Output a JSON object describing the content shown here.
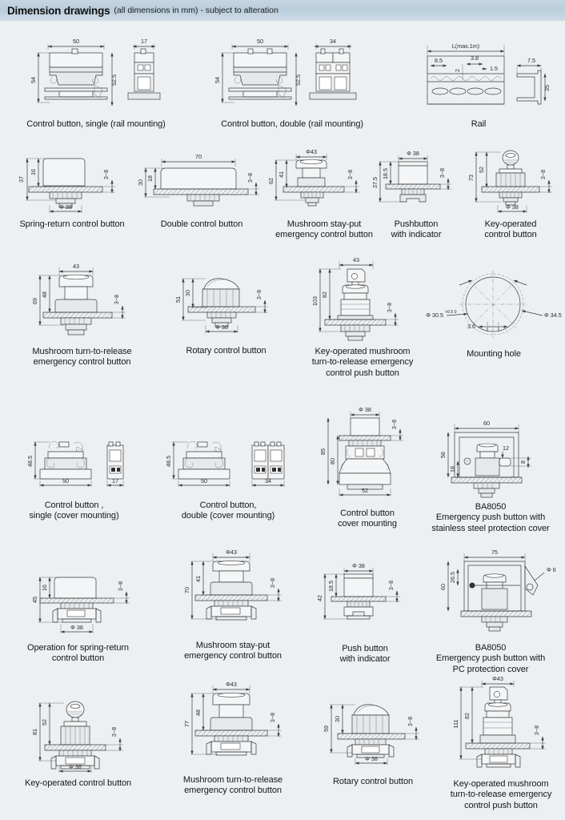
{
  "header": {
    "title": "Dimension drawings",
    "subtitle": "(all dimensions in mm) - subject to alteration"
  },
  "figures": [
    {
      "id": "control-button-single-rail",
      "caption": "Control button, single (rail mounting)",
      "dims": [
        "50",
        "17",
        "54",
        "52.5"
      ]
    },
    {
      "id": "control-button-double-rail",
      "caption": "Control button, double (rail mounting)",
      "dims": [
        "50",
        "34",
        "54",
        "52.5"
      ]
    },
    {
      "id": "rail",
      "caption": "Rail",
      "dims": [
        "L(max.1m)",
        "8.5",
        "3.8",
        "2",
        "1.5",
        "7.5",
        "35"
      ]
    },
    {
      "id": "spring-return-control-button",
      "caption": "Spring-return control button",
      "dims": [
        "16",
        "37",
        "3~8",
        "Φ 38"
      ]
    },
    {
      "id": "double-control-button",
      "caption": "Double control button",
      "dims": [
        "70",
        "18",
        "30",
        "3~8"
      ]
    },
    {
      "id": "mushroom-stay-put-emergency",
      "caption": "Mushroom stay-put\nemergency control button",
      "dims": [
        "Φ43",
        "41",
        "62",
        "3~8"
      ]
    },
    {
      "id": "pushbutton-with-indicator",
      "caption": "Pushbutton\nwith indicator",
      "dims": [
        "Φ 38",
        "18.5",
        "37.5",
        "3~8"
      ]
    },
    {
      "id": "key-operated-control-button",
      "caption": "Key-operated\ncontrol button",
      "dims": [
        "52",
        "73",
        "3~8",
        "Φ 38"
      ]
    },
    {
      "id": "mushroom-turn-to-release-emergency",
      "caption": "Mushroom turn-to-release\nemergency control button",
      "dims": [
        "43",
        "48",
        "69",
        "3~8"
      ]
    },
    {
      "id": "rotary-control-button",
      "caption": "Rotary control button",
      "dims": [
        "30",
        "51",
        "3~8",
        "Φ 38"
      ]
    },
    {
      "id": "key-operated-mushroom-turn-to-release",
      "caption": "Key-operated mushroom\nturn-to-release emergency\ncontrol push button",
      "dims": [
        "43",
        "82",
        "103",
        "3~8"
      ]
    },
    {
      "id": "mounting-hole",
      "caption": "Mounting hole",
      "dims": [
        "Φ 30.5",
        "+0.5\n 0",
        "Φ 34.5",
        "3.6"
      ]
    },
    {
      "id": "control-button-single-cover",
      "caption": "Control button ,\nsingle (cover mounting)",
      "dims": [
        "48.5",
        "50",
        "17"
      ]
    },
    {
      "id": "control-button-double-cover",
      "caption": "Control button,\ndouble (cover mounting)",
      "dims": [
        "48.5",
        "50",
        "34"
      ]
    },
    {
      "id": "control-button-cover-mounting",
      "caption": "Control button\ncover mounting",
      "dims": [
        "Φ 38",
        "3~8",
        "85",
        "80",
        "52"
      ]
    },
    {
      "id": "ba8050-stainless-steel-cover",
      "caption": "BA8050\nEmergency push button with\nstainless steel protection cover",
      "dims": [
        "60",
        "56",
        "18",
        "12",
        "8"
      ]
    },
    {
      "id": "operation-spring-return",
      "caption": "Operation for spring-return\ncontrol button",
      "dims": [
        "16",
        "45",
        "3~8",
        "Φ 38"
      ]
    },
    {
      "id": "mushroom-stay-put-emergency-2",
      "caption": "Mushroom stay-put\nemergency control button",
      "dims": [
        "Φ43",
        "41",
        "70",
        "3~8"
      ]
    },
    {
      "id": "push-button-with-indicator",
      "caption": "Push button\nwith indicator",
      "dims": [
        "Φ 38",
        "18.5",
        "42",
        "3~8"
      ]
    },
    {
      "id": "ba8050-pc-cover",
      "caption": "BA8050\nEmergency push button with\nPC protection cover",
      "dims": [
        "75",
        "26.5",
        "60",
        "Φ 6"
      ]
    },
    {
      "id": "key-operated-control-button-2",
      "caption": "Key-operated control button",
      "dims": [
        "52",
        "81",
        "3~8",
        "Φ 38"
      ]
    },
    {
      "id": "mushroom-turn-to-release-emergency-2",
      "caption": "Mushroom turn-to-release\nemergency control button",
      "dims": [
        "Φ43",
        "48",
        "77",
        "3~8"
      ]
    },
    {
      "id": "rotary-control-button-2",
      "caption": "Rotary control button",
      "dims": [
        "30",
        "59",
        "3~8",
        "Φ 38"
      ]
    },
    {
      "id": "key-operated-mushroom-turn-to-release-2",
      "caption": "Key-operated mushroom\nturn-to-release emergency\ncontrol push button",
      "dims": [
        "Φ43",
        "82",
        "111",
        "3~8"
      ]
    }
  ]
}
